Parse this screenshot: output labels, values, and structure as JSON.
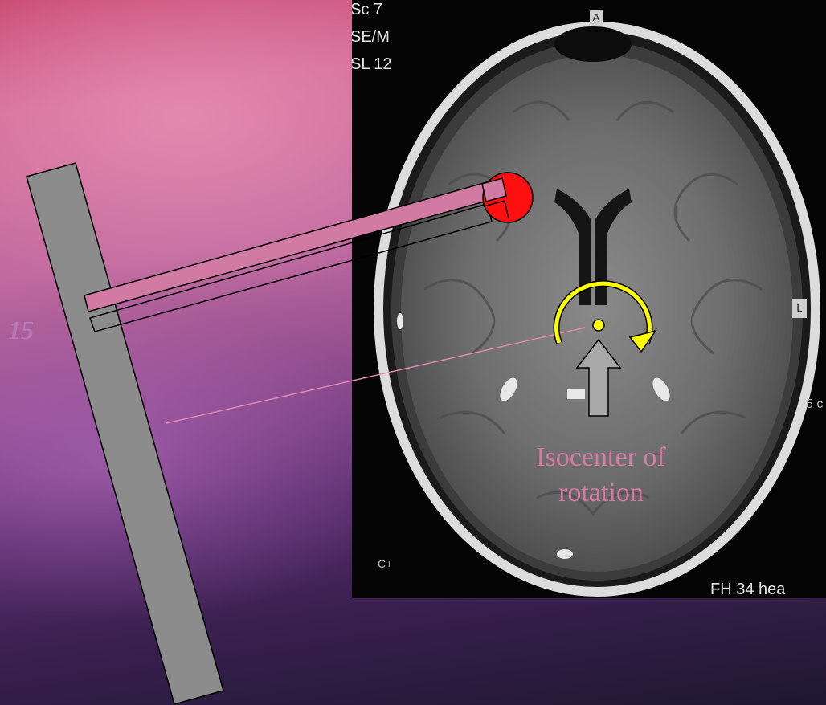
{
  "slide": {
    "angle_label": "15",
    "isocenter_label_line1": "Isocenter of",
    "isocenter_label_line2": "rotation"
  },
  "mri": {
    "series": "Sc 7",
    "sequence": "SE/M",
    "slice": "SL 12",
    "orientation_top": "A",
    "orientation_right": "L",
    "contrast": "C+",
    "scale_text": "5 c",
    "footer_text": "FH 34 hea"
  },
  "colors": {
    "gantry_gray": "#8c8c8c",
    "couch_pink": "#d17aa4",
    "target_red": "#ff1010",
    "rotation_yellow": "#ffff00",
    "arrow_gray": "#a8a8a8",
    "label_pink": "#d77aa0",
    "angle_purple": "#b87ab6"
  },
  "icons": [
    "rotation-arrow-icon",
    "up-arrow-icon",
    "isocenter-dot-icon"
  ]
}
